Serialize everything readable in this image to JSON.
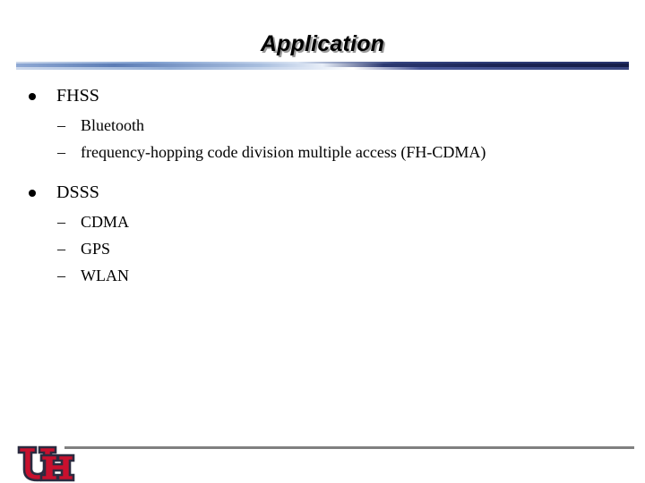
{
  "slide": {
    "title": "Application",
    "background_color": "#FFFFFF",
    "title_color": "#000000",
    "title_shadow_color": "#9A9A9A",
    "divider_color": "#1B2455",
    "footer_rule_color": "#808080"
  },
  "content": {
    "groups": [
      {
        "label": "FHSS",
        "bullet": "●",
        "sub_bullet": "–",
        "subitems": [
          {
            "label": "Bluetooth"
          },
          {
            "label": "frequency-hopping code division multiple access (FH-CDMA)"
          }
        ]
      },
      {
        "label": "DSSS",
        "bullet": "●",
        "sub_bullet": "–",
        "subitems": [
          {
            "label": "CDMA"
          },
          {
            "label": "GPS"
          },
          {
            "label": "WLAN"
          }
        ]
      }
    ]
  },
  "footer": {
    "logo_name": "university-of-houston-uh-logo",
    "logo_red": "#C8102E",
    "logo_dark_red": "#9E0B24",
    "logo_outline": "#2B2B40"
  }
}
